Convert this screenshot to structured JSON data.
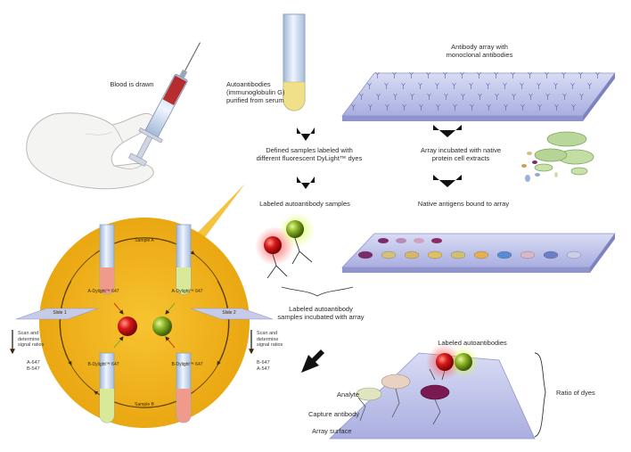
{
  "labels": {
    "blood_drawn": "Blood is drawn",
    "autoantibodies": "Autoantibodies\n(immunoglobulin G)\npurified from serum",
    "antibody_array": "Antibody array with\nmonoclonal antibodies",
    "defined_samples": "Defined samples labeled with\ndifferent fluorescent DyLight™ dyes",
    "array_incubated": "Array incubated with native\nprotein cell extracts",
    "labeled_samples": "Labeled autoantibody samples",
    "native_antigens": "Native antigens bound to array",
    "labeled_incubated": "Labeled autoantibody\nsamples incubated with array",
    "labeled_autoantibodies": "Labeled autoantibodies",
    "analyte": "Analyte",
    "capture_antibody": "Capture antibody",
    "array_surface": "Array surface",
    "ratio_of_dyes": "Ratio of dyes"
  },
  "circle": {
    "sample_a": "Sample A",
    "sample_b": "Sample B",
    "tube_tl": "A-Dylight™ 647",
    "tube_tr": "A-Dylight™ 647",
    "tube_bl": "B-Dylight™ 647",
    "tube_br": "B-Dylight™ 647",
    "slide_1": "Slide 1",
    "slide_2": "Slide 2",
    "scan_left": "Scan and\ndetermine\nsignal ratios",
    "scan_right": "Scan and\ndetermine\nsignal ratios",
    "ratio_left": "A-647\nB-547",
    "ratio_right": "B-647\nA-547"
  },
  "colors": {
    "circle_yellow": "#f2b51c",
    "dye_red": "#cc1010",
    "dye_green": "#7ea820",
    "array_blue": "#b9bde6",
    "tube_body": "#d8e6f7",
    "serum_yellow": "#f0e08a",
    "arrow_black": "#111111"
  }
}
